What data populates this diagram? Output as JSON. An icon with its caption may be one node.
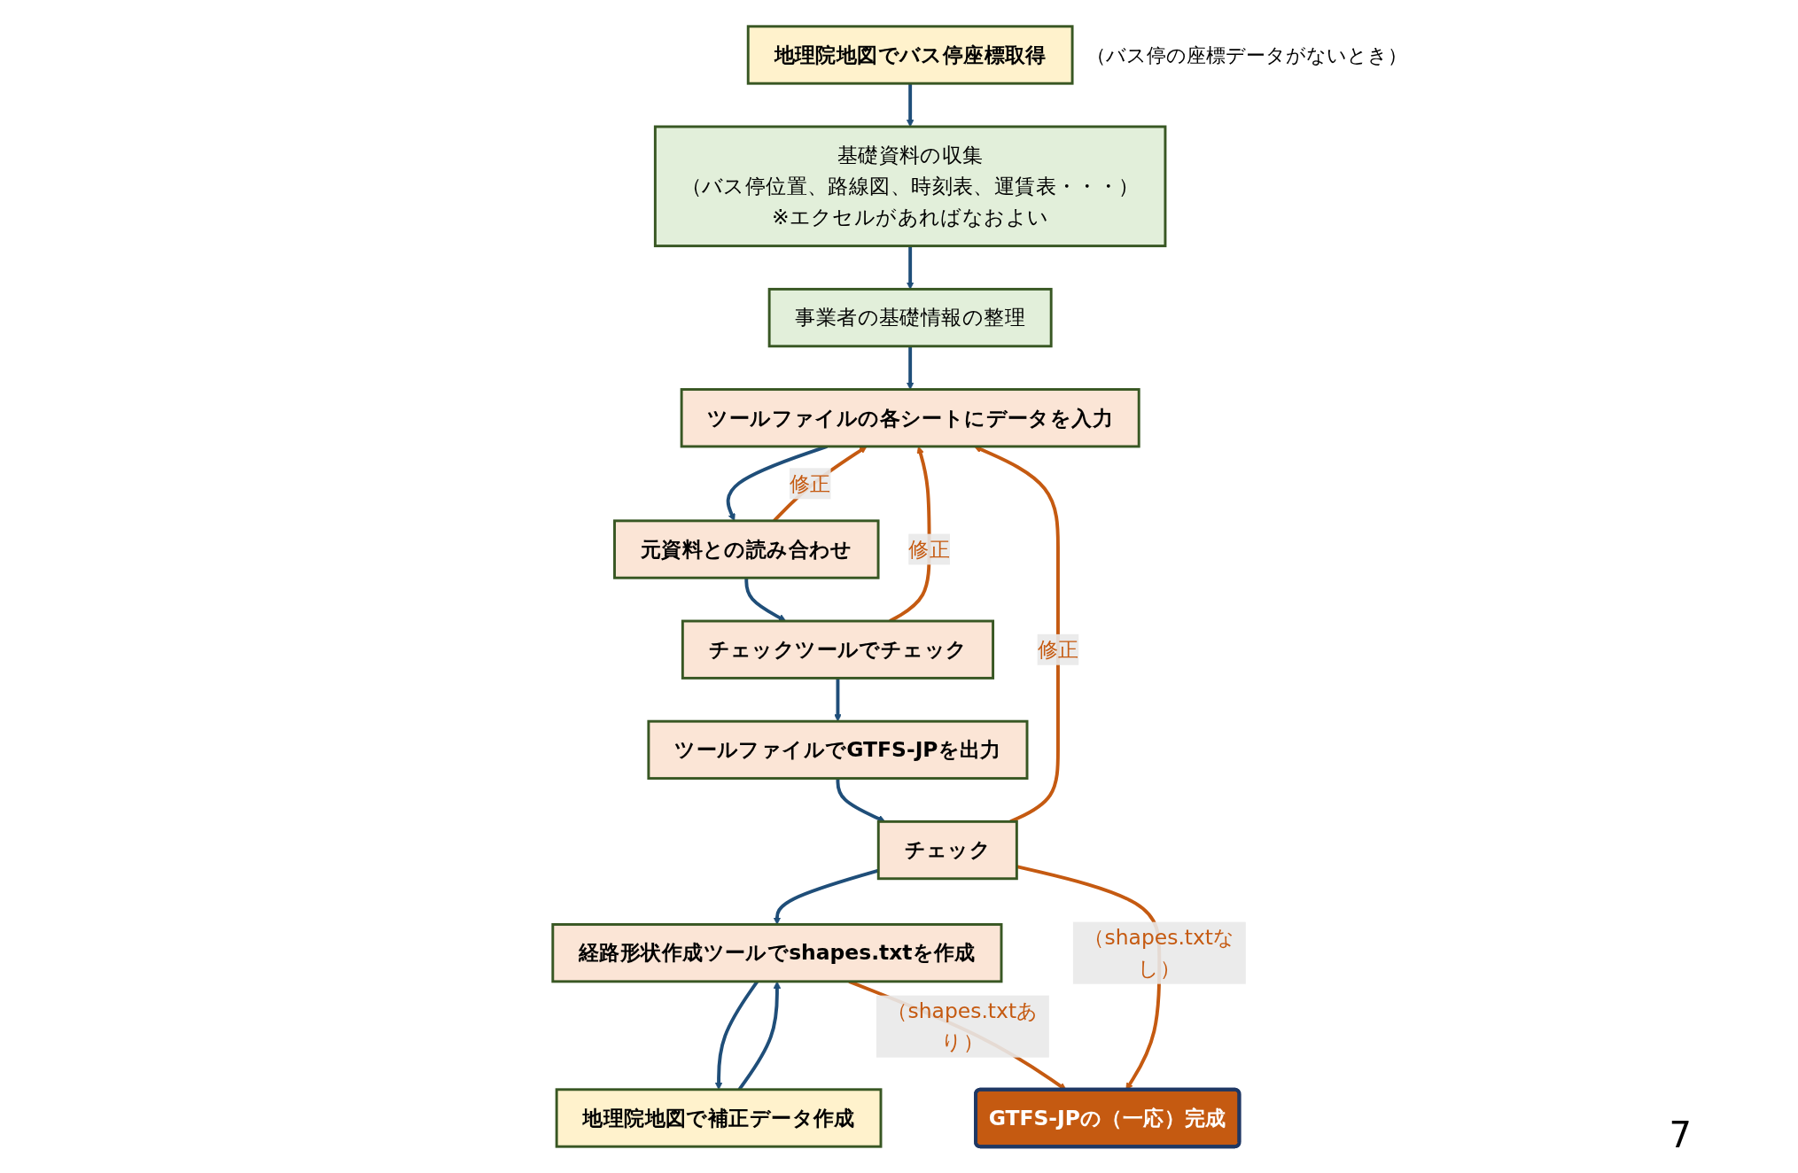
{
  "diagram": {
    "nodes": [
      {
        "text": [
          "基礎資料の収集",
          "（バス停位置、路線図、時刻表、運賃表・・・）",
          "※エクセルがあればなおよい"
        ]
      },
      {
        "text": [
          "地理院地図でバス停座標取得"
        ],
        "beside": [
          "（バス停の座標データがないとき）"
        ]
      },
      {
        "text": [
          "事業者の基礎情報の整理"
        ]
      },
      {
        "text": [
          "ツールファイルの各シートにデータを入力"
        ]
      },
      {
        "text": [
          "元資料との読み合わせ"
        ]
      },
      {
        "text": [
          "チェックツールでチェック"
        ]
      },
      {
        "text": [
          "ツールファイルでGTFS-JPを出力"
        ]
      },
      {
        "text": [
          "チェック"
        ]
      },
      {
        "text": [
          "地理院地図で補正データ作成"
        ]
      },
      {
        "text": [
          "経路形状作成ツールでshapes.txtを作成"
        ]
      },
      {
        "text": [
          "GTFS-JPの（一応）完成"
        ]
      }
    ],
    "edges": [
      {
        "from": 1,
        "to": 0,
        "arrow": "to"
      },
      {
        "from": 0,
        "to": 2,
        "arrow": "to"
      },
      {
        "from": 2,
        "to": 3,
        "arrow": "to"
      },
      {
        "from": 3,
        "to": 4,
        "arrow": "to"
      },
      {
        "from": 4,
        "to": 3,
        "arrow": "to",
        "label": "修正",
        "color": "#c55a11"
      },
      {
        "from": 4,
        "to": 5,
        "arrow": "to"
      },
      {
        "from": 5,
        "to": 3,
        "arrow": "to",
        "label": "修正",
        "color": "#c55a11"
      },
      {
        "from": 5,
        "to": 6,
        "arrow": "to"
      },
      {
        "from": 6,
        "to": 7,
        "arrow": "to"
      },
      {
        "from": 7,
        "to": 3,
        "arrow": "to",
        "label": "修正",
        "color": "#c55a11"
      },
      {
        "from": 7,
        "to": 9,
        "arrow": "to"
      },
      {
        "from": 9,
        "to": 8,
        "arrow": "to"
      },
      {
        "from": 8,
        "to": 9,
        "arrow": "to"
      },
      {
        "from": 9,
        "to": 10,
        "arrow": "to",
        "label": "（shapes.txtあり）",
        "color": "#c55a11"
      },
      {
        "from": 7,
        "to": 10,
        "arrow": "to",
        "label": "（shapes.txtなし）",
        "color": "#c55a11"
      }
    ],
    "labels": [
      "7"
    ]
  }
}
